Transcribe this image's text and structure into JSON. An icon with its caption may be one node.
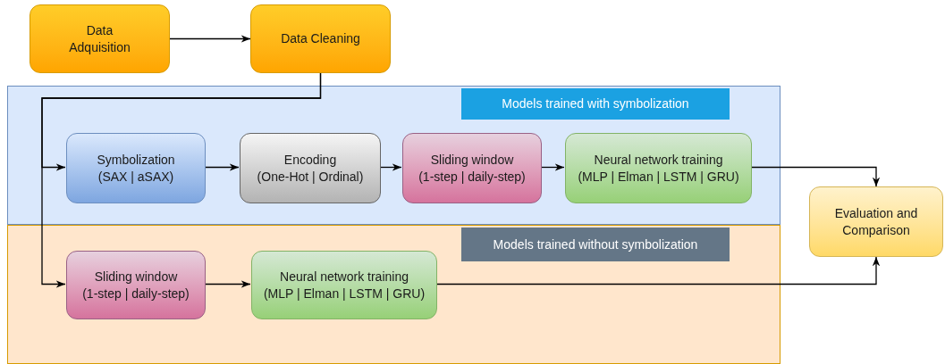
{
  "diagram": {
    "nodes": [
      {
        "text": [
          "Data Adquisition"
        ]
      },
      {
        "text": [
          "Data Cleaning"
        ]
      },
      {
        "text": [],
        "shape": "box"
      },
      {
        "text": [
          "Models trained with symbolization"
        ],
        "in": 2
      },
      {
        "text": [
          "Symbolization",
          "(SAX | aSAX)"
        ],
        "in": 2
      },
      {
        "text": [
          "Encoding",
          "(One-Hot | Ordinal)"
        ],
        "in": 2
      },
      {
        "text": [
          "Sliding window",
          "(1-step | daily-step)"
        ],
        "in": 2
      },
      {
        "text": [
          "Neural network training",
          "(MLP | Elman | LSTM | GRU)"
        ],
        "in": 2
      },
      {
        "text": [],
        "shape": "box"
      },
      {
        "text": [
          "Models trained without symbolization"
        ],
        "in": 8
      },
      {
        "text": [
          "Sliding window",
          "(1-step | daily-step)"
        ],
        "in": 8
      },
      {
        "text": [
          "Neural network training",
          "(MLP | Elman | LSTM | GRU)"
        ],
        "in": 8
      },
      {
        "text": [
          "Evaluation and Comparison"
        ]
      }
    ],
    "edges": [
      {
        "from": 0,
        "to": 1,
        "arrow": "to"
      },
      {
        "from": 1,
        "to": 4,
        "arrow": "to"
      },
      {
        "from": 1,
        "to": 10,
        "arrow": "to"
      },
      {
        "from": 4,
        "to": 5,
        "arrow": "to"
      },
      {
        "from": 5,
        "to": 6,
        "arrow": "to"
      },
      {
        "from": 6,
        "to": 7,
        "arrow": "to"
      },
      {
        "from": 7,
        "to": 12,
        "arrow": "to"
      },
      {
        "from": 10,
        "to": 11,
        "arrow": "to"
      },
      {
        "from": 11,
        "to": 12,
        "arrow": "to"
      }
    ]
  }
}
